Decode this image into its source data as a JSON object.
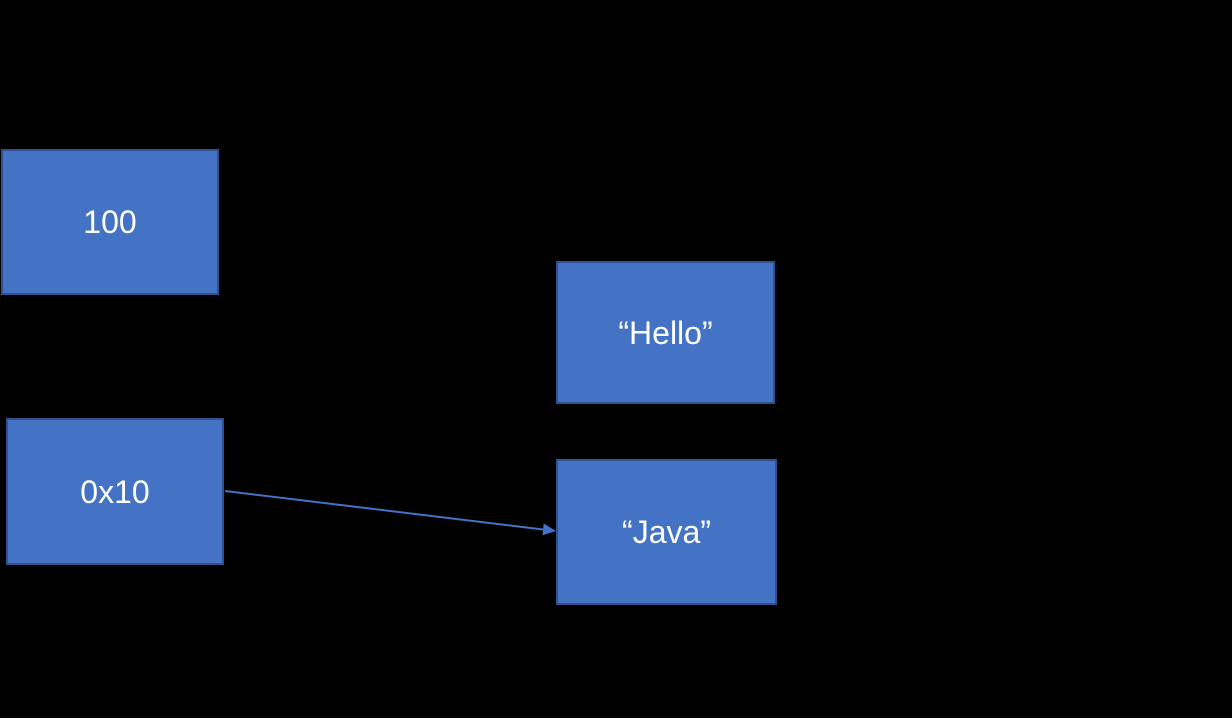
{
  "diagram": {
    "title": "variable-reference-diagram",
    "boxes": [
      {
        "id": "int-value",
        "label": "100"
      },
      {
        "id": "pointer-value",
        "label": "0x10"
      },
      {
        "id": "string-hello",
        "label": "“Hello”"
      },
      {
        "id": "string-java",
        "label": "“Java”"
      }
    ],
    "arrow": {
      "from": "0x10",
      "to": "“Java”"
    }
  },
  "colors": {
    "background": "#000000",
    "box-fill": "#4472C4",
    "box-border": "#2F528F",
    "arrow-color": "#4472C4",
    "text-color": "#FFFFFF"
  }
}
